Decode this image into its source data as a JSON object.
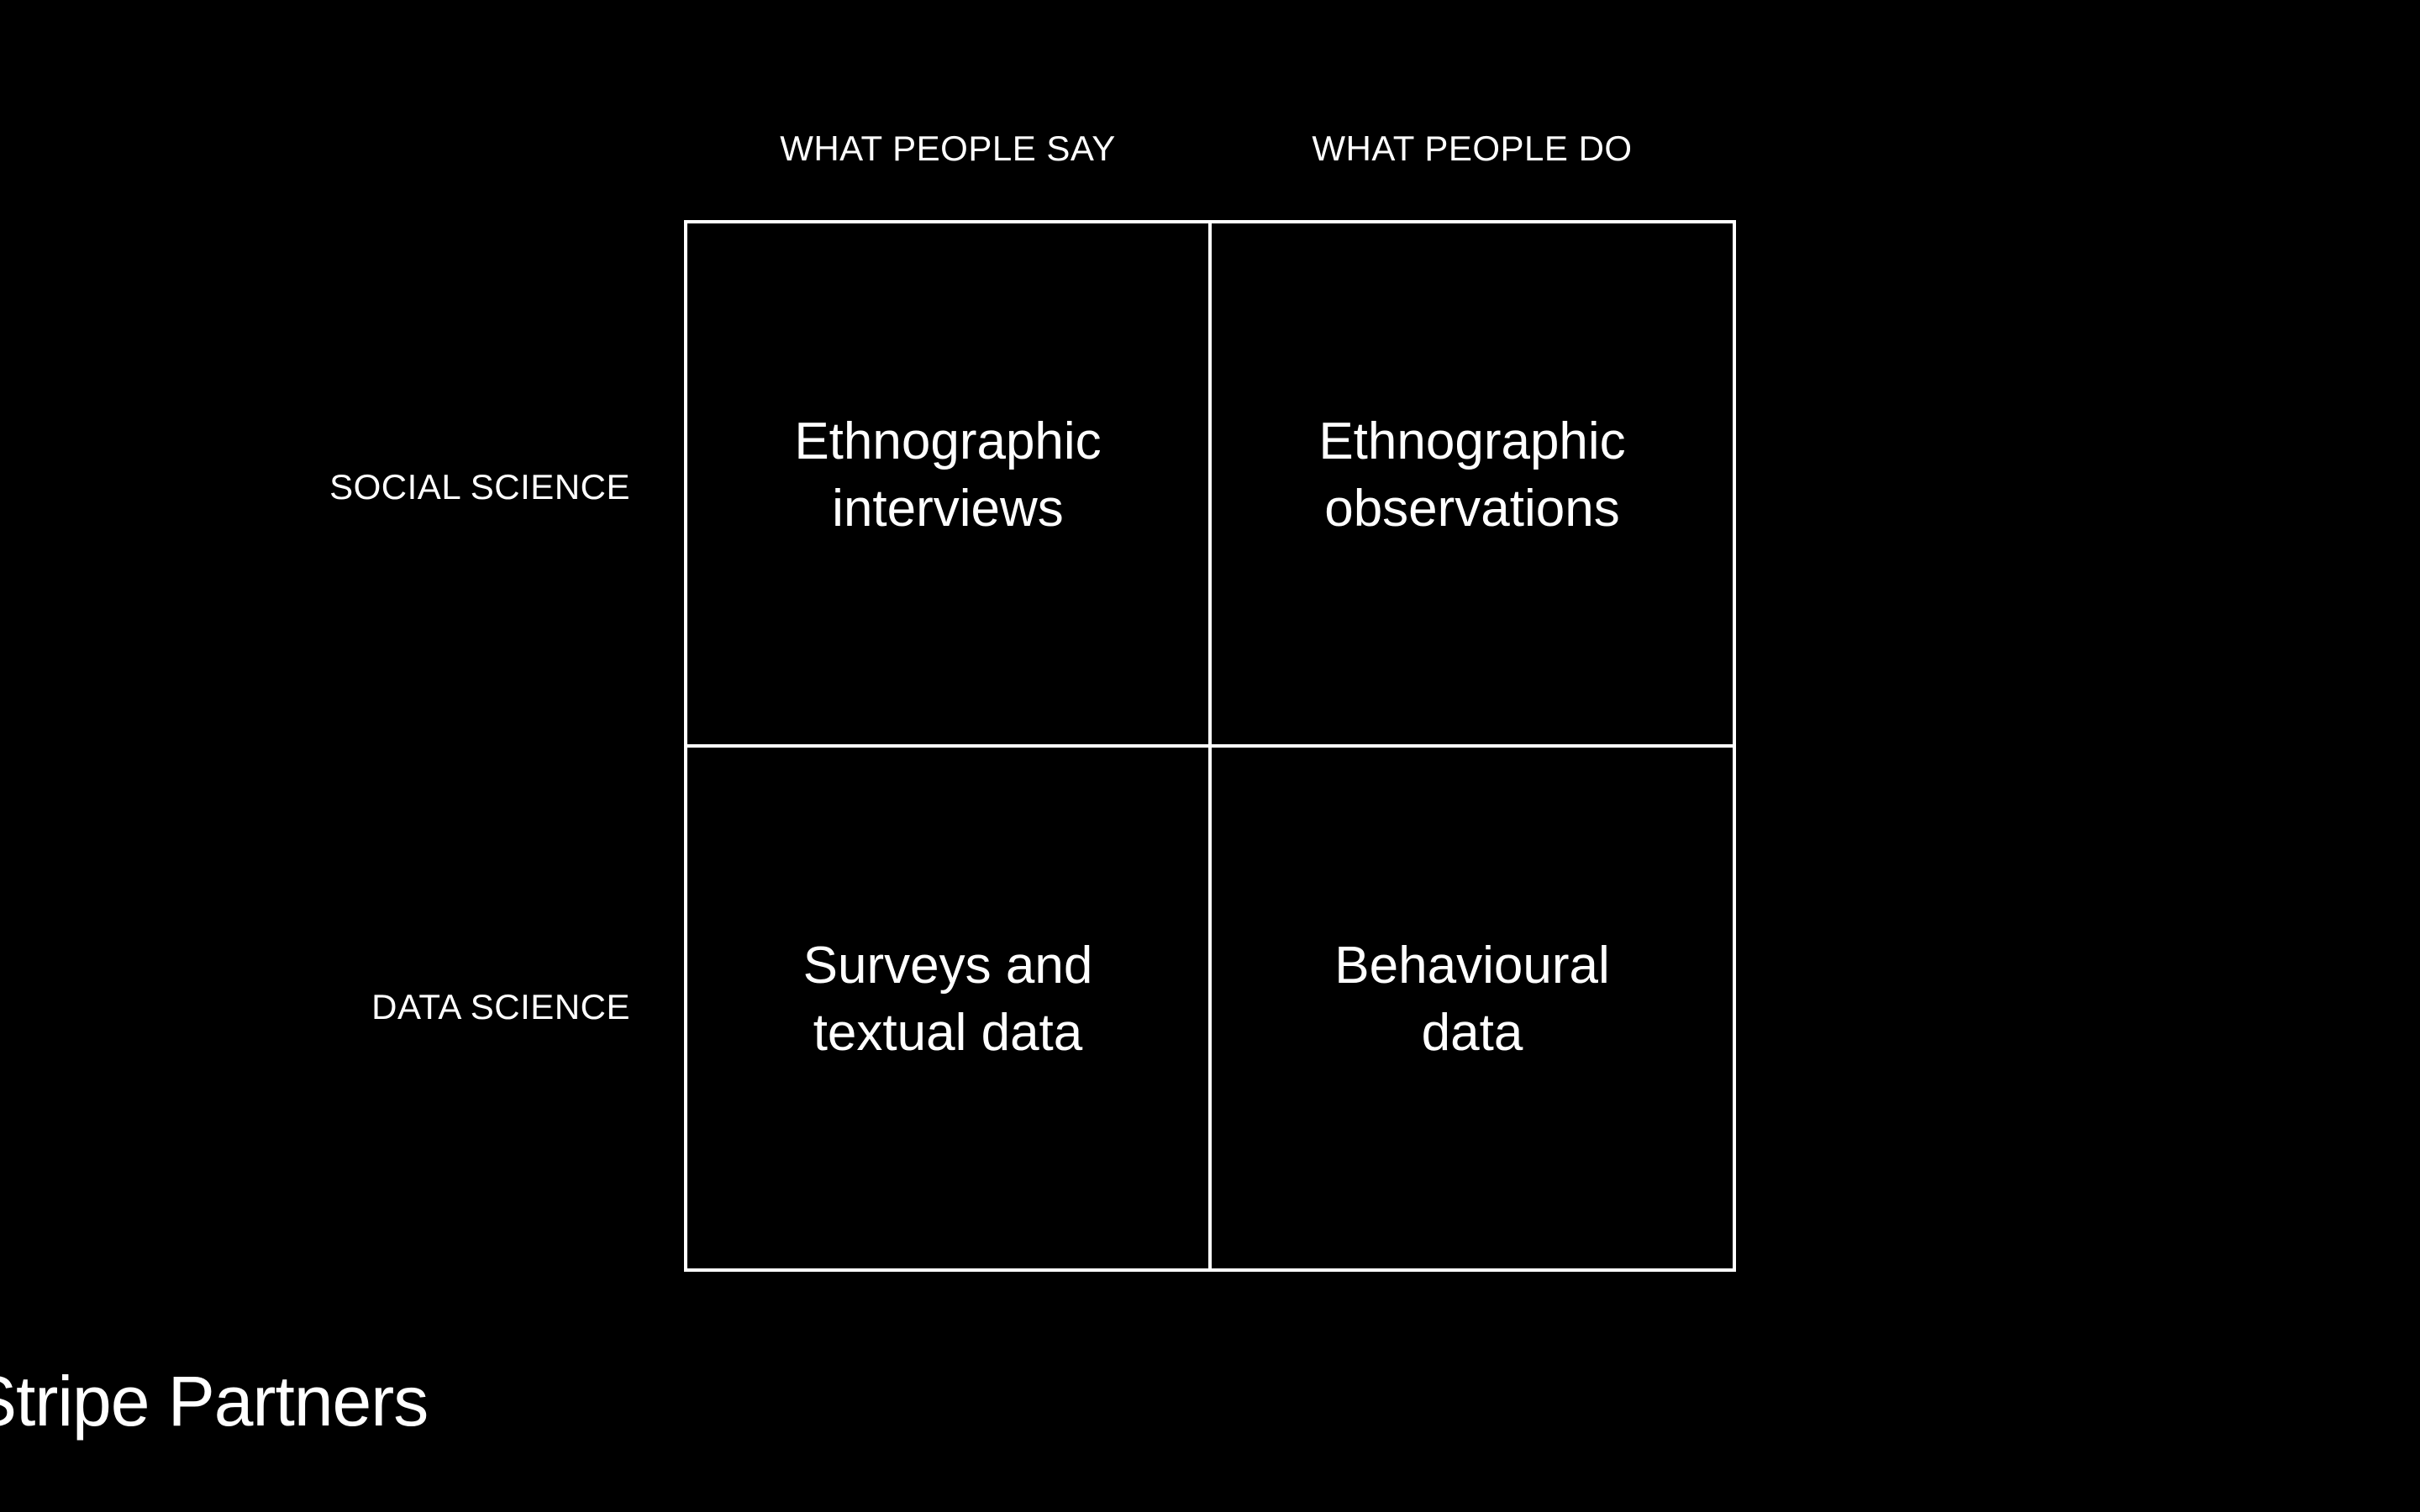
{
  "columns": {
    "say": "WHAT PEOPLE SAY",
    "do": "WHAT PEOPLE DO"
  },
  "rows": {
    "social": "SOCIAL SCIENCE",
    "data": "DATA SCIENCE"
  },
  "cells": {
    "social_say": {
      "line1": "Ethnographic",
      "line2": "interviews"
    },
    "social_do": {
      "line1": "Ethnographic",
      "line2": "observations"
    },
    "data_say": {
      "line1": "Surveys and",
      "line2": "textual data"
    },
    "data_do": {
      "line1": "Behavioural",
      "line2": "data"
    }
  },
  "logo": {
    "text": "Stripe Partners"
  },
  "colors": {
    "background": "#000000",
    "foreground": "#ffffff"
  }
}
